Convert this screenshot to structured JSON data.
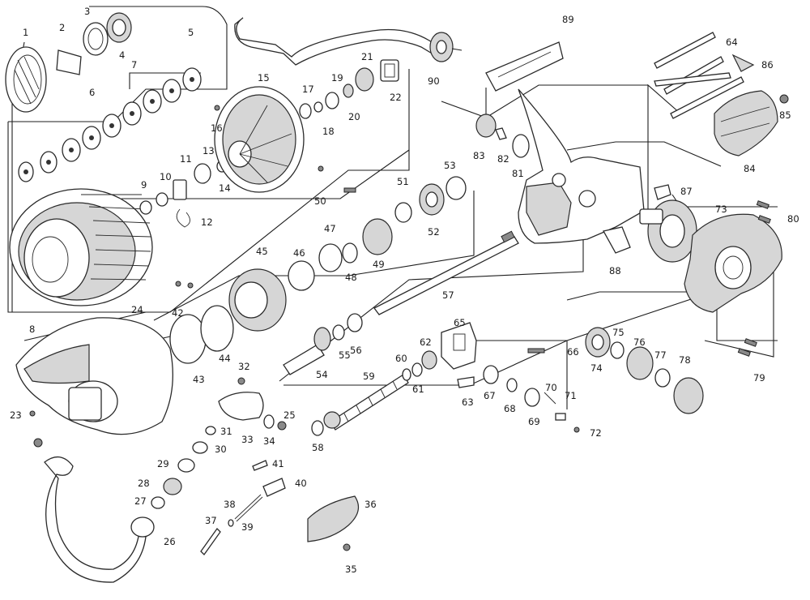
{
  "part_numbers": [
    "1",
    "2",
    "3",
    "4",
    "5",
    "6",
    "7",
    "8",
    "9",
    "10",
    "11",
    "12",
    "13",
    "14",
    "15",
    "16",
    "17",
    "18",
    "19",
    "20",
    "21",
    "22",
    "23",
    "24",
    "25",
    "26",
    "27",
    "28",
    "29",
    "30",
    "31",
    "32",
    "33",
    "34",
    "35",
    "36",
    "37",
    "38",
    "39",
    "40",
    "41",
    "42",
    "43",
    "44",
    "45",
    "46",
    "47",
    "48",
    "49",
    "50",
    "51",
    "52",
    "53",
    "54",
    "55",
    "56",
    "57",
    "58",
    "59",
    "60",
    "61",
    "62",
    "63",
    "64",
    "65",
    "66",
    "67",
    "68",
    "69",
    "70",
    "71",
    "72",
    "73",
    "74",
    "75",
    "76",
    "77",
    "78",
    "79",
    "80",
    "81",
    "82",
    "83",
    "84",
    "85",
    "86",
    "87",
    "88",
    "89",
    "90"
  ]
}
